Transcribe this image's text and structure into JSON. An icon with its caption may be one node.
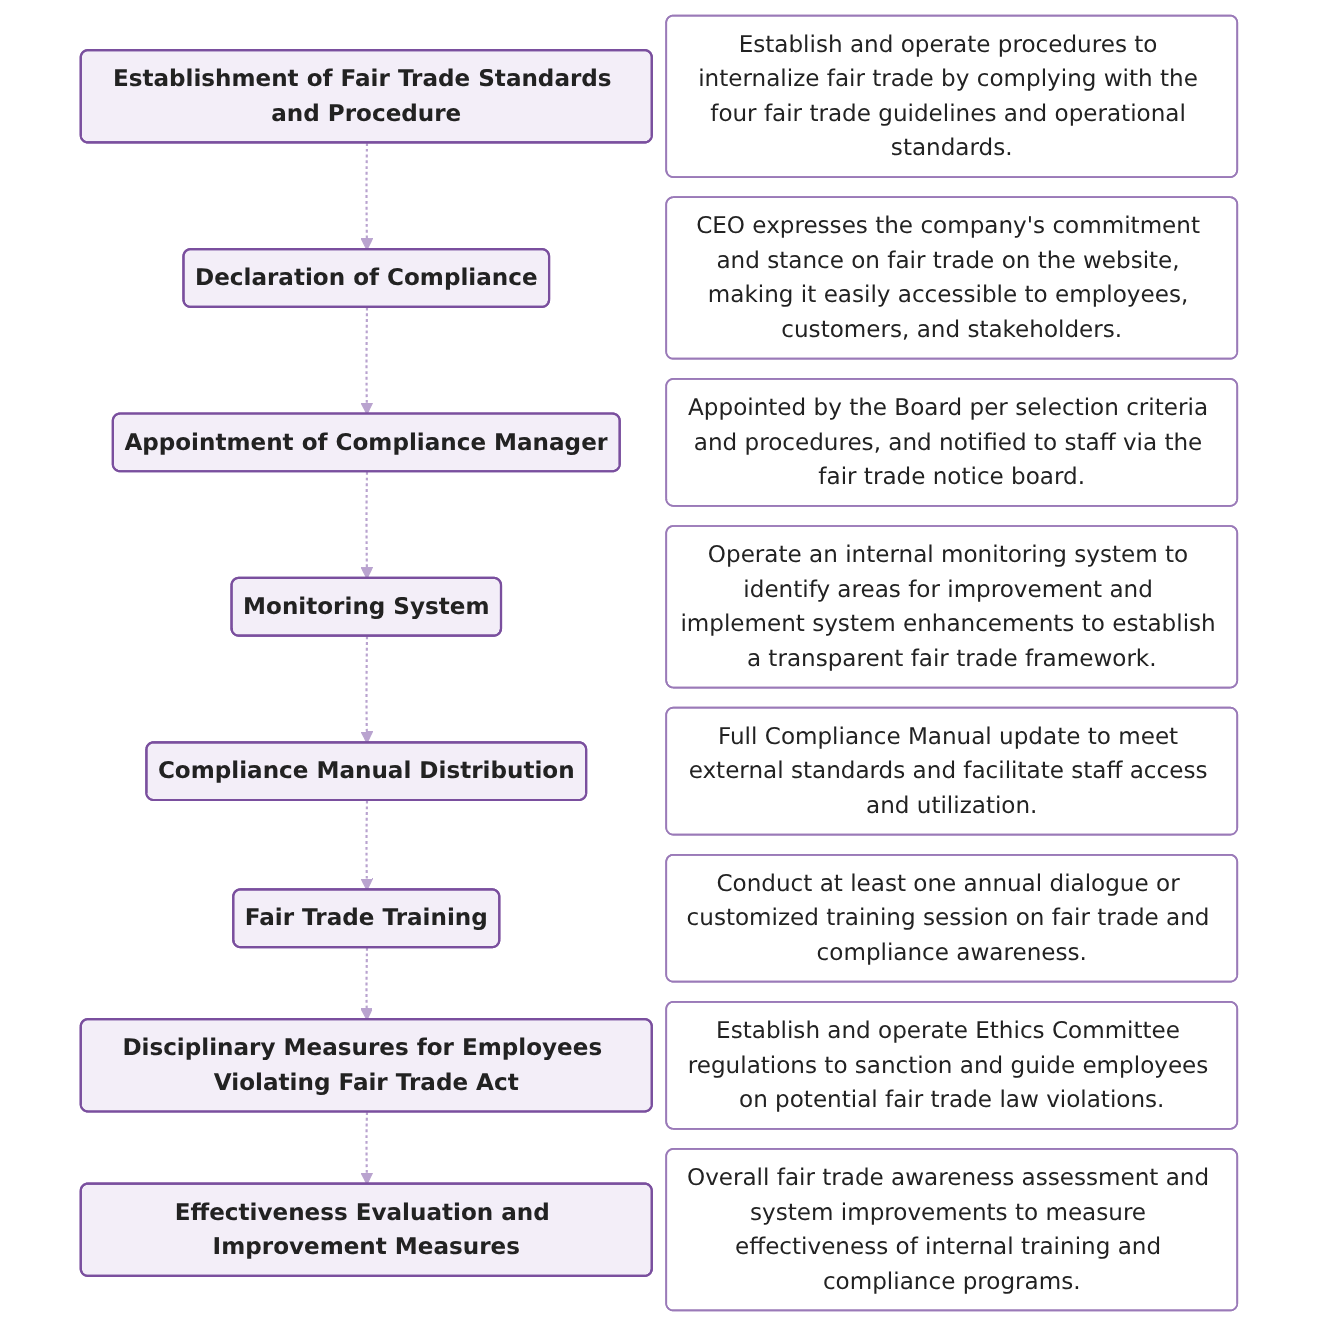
{
  "diagram": {
    "nodes": [
      {
        "text": [
          "Establishment of Fair Trade Standards and Procedure"
        ]
      },
      {
        "text": [
          "Establish and operate procedures to internalize fair trade by complying with the four fair trade guidelines and operational standards."
        ]
      },
      {
        "text": [
          "Declaration of Compliance"
        ]
      },
      {
        "text": [
          "CEO expresses the company's commitment and stance on fair trade on the website, making it easily accessible to employees, customers, and stakeholders."
        ]
      },
      {
        "text": [
          "Appointment of Compliance Manager"
        ]
      },
      {
        "text": [
          "Appointed by the Board per selection criteria and procedures, and notified to staff via the fair trade notice board."
        ]
      },
      {
        "text": [
          "Monitoring System"
        ]
      },
      {
        "text": [
          "Operate an internal monitoring system to identify areas for improvement and implement system enhancements to establish a transparent fair trade framework."
        ]
      },
      {
        "text": [
          "Compliance Manual Distribution"
        ]
      },
      {
        "text": [
          "Full Compliance Manual update to meet external standards and facilitate staff access and utilization."
        ]
      },
      {
        "text": [
          "Fair Trade Training"
        ]
      },
      {
        "text": [
          "Conduct at least one annual dialogue or customized training session on fair trade and compliance awareness."
        ]
      },
      {
        "text": [
          "Disciplinary Measures for Employees Violating Fair Trade Act"
        ]
      },
      {
        "text": [
          "Establish and operate Ethics Committee regulations to sanction and guide employees on potential fair trade law violations."
        ]
      },
      {
        "text": [
          "Effectiveness Evaluation and Improvement Measures"
        ]
      },
      {
        "text": [
          "Overall fair trade awareness assessment and system improvements to measure effectiveness of internal training and compliance programs."
        ]
      }
    ],
    "edges": [
      {
        "from": 0,
        "to": 2,
        "arrow": "to",
        "style": "dashed"
      },
      {
        "from": 2,
        "to": 4,
        "arrow": "to",
        "style": "dashed"
      },
      {
        "from": 4,
        "to": 6,
        "arrow": "to",
        "style": "dashed"
      },
      {
        "from": 6,
        "to": 8,
        "arrow": "to",
        "style": "dashed"
      },
      {
        "from": 8,
        "to": 10,
        "arrow": "to",
        "style": "dashed"
      },
      {
        "from": 10,
        "to": 12,
        "arrow": "to",
        "style": "dashed"
      },
      {
        "from": 12,
        "to": 14,
        "arrow": "to",
        "style": "dashed"
      }
    ]
  }
}
